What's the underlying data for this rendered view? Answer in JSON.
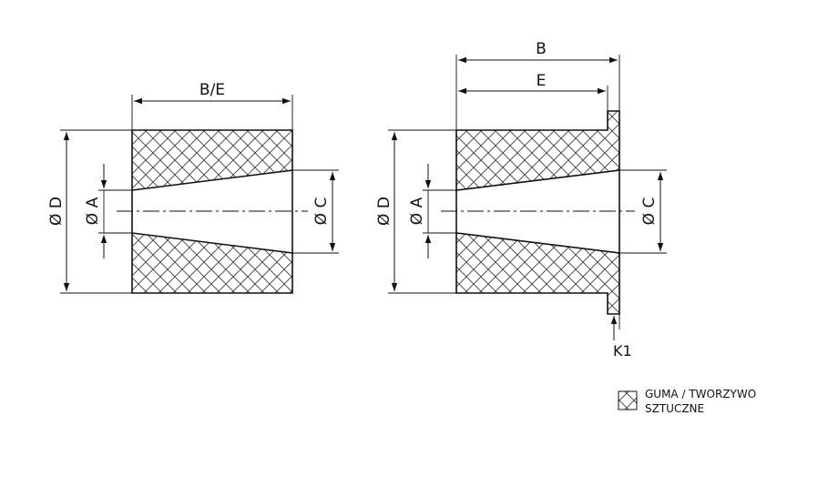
{
  "left_view": {
    "width_label": "B/E",
    "diameter_outer": "D",
    "diameter_inner_small": "A",
    "diameter_inner_large": "C"
  },
  "right_view": {
    "overall_length": "B",
    "body_length": "E",
    "diameter_outer": "D",
    "diameter_inner_small": "A",
    "diameter_inner_large": "C",
    "flange_label": "K1"
  },
  "legend": {
    "line1": "GUMA / TWORZYWO",
    "line2": "SZTUCZNE"
  },
  "symbols": {
    "diameter": "Ø"
  }
}
